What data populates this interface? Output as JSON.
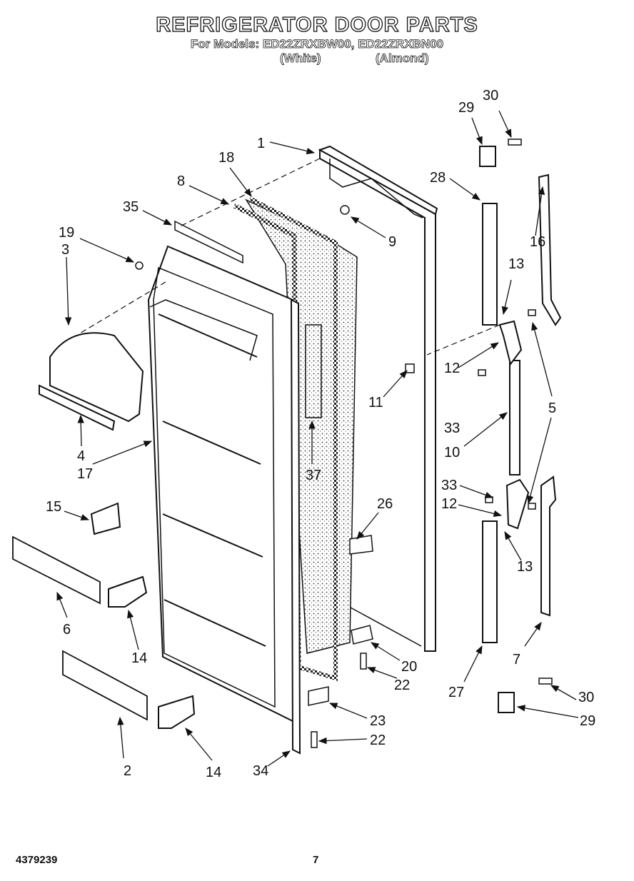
{
  "header": {
    "title": "REFRIGERATOR DOOR PARTS",
    "models_line": "For Models: ED22ZRXBW00, ED22ZRXBN00",
    "variant_white": "(White)",
    "variant_almond": "(Almond)"
  },
  "callouts": [
    "1",
    "2",
    "3",
    "4",
    "5",
    "6",
    "7",
    "8",
    "9",
    "10",
    "11",
    "12",
    "12",
    "13",
    "13",
    "14",
    "14",
    "15",
    "16",
    "17",
    "18",
    "19",
    "20",
    "22",
    "22",
    "23",
    "26",
    "27",
    "28",
    "29",
    "29",
    "30",
    "30",
    "33",
    "33",
    "34",
    "35",
    "37"
  ],
  "footer": {
    "doc_number": "4379239",
    "page_number": "7"
  }
}
